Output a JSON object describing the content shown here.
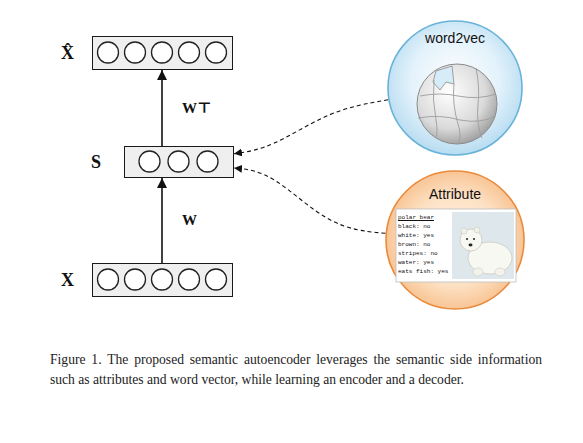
{
  "diagram": {
    "caption": "Figure 1. The proposed semantic autoencoder leverages the semantic side information such as attributes and word vector, while learning an encoder and a decoder.",
    "nodes": [
      {
        "text": [
          "X̂"
        ]
      },
      {
        "text": [
          "word2vec"
        ]
      },
      {
        "text": [
          "S"
        ]
      },
      {
        "text": [
          "Attribute",
          "polar bear",
          "black: no",
          "white: yes",
          "brown: no",
          "stripes: no",
          "water: yes",
          "eats fish: yes"
        ]
      },
      {
        "text": [
          "X"
        ]
      }
    ],
    "edges": [
      {
        "from": 4,
        "to": 2,
        "arrow": "to",
        "label": "W"
      },
      {
        "from": 2,
        "to": 0,
        "arrow": "to",
        "label": "W⊤"
      },
      {
        "from": 1,
        "to": 2,
        "arrow": "to"
      },
      {
        "from": 3,
        "to": 2,
        "arrow": "to"
      }
    ]
  }
}
